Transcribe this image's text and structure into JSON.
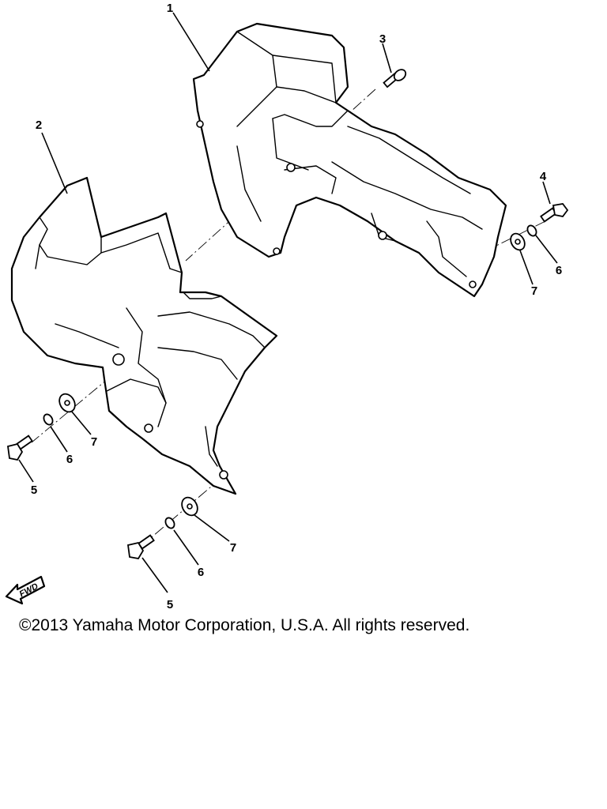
{
  "diagram": {
    "callouts": {
      "part_1": "1",
      "part_2": "2",
      "part_3": "3",
      "part_4": "4",
      "part_5_left": "5",
      "part_6_left": "6",
      "part_7_left": "7",
      "part_5_bottom": "5",
      "part_6_bottom": "6",
      "part_7_bottom": "7",
      "part_6_right": "6",
      "part_7_right": "7"
    },
    "fwd_marker": "FWD"
  },
  "footer": {
    "copyright": "©2013 Yamaha Motor Corporation, U.S.A. All rights reserved."
  }
}
